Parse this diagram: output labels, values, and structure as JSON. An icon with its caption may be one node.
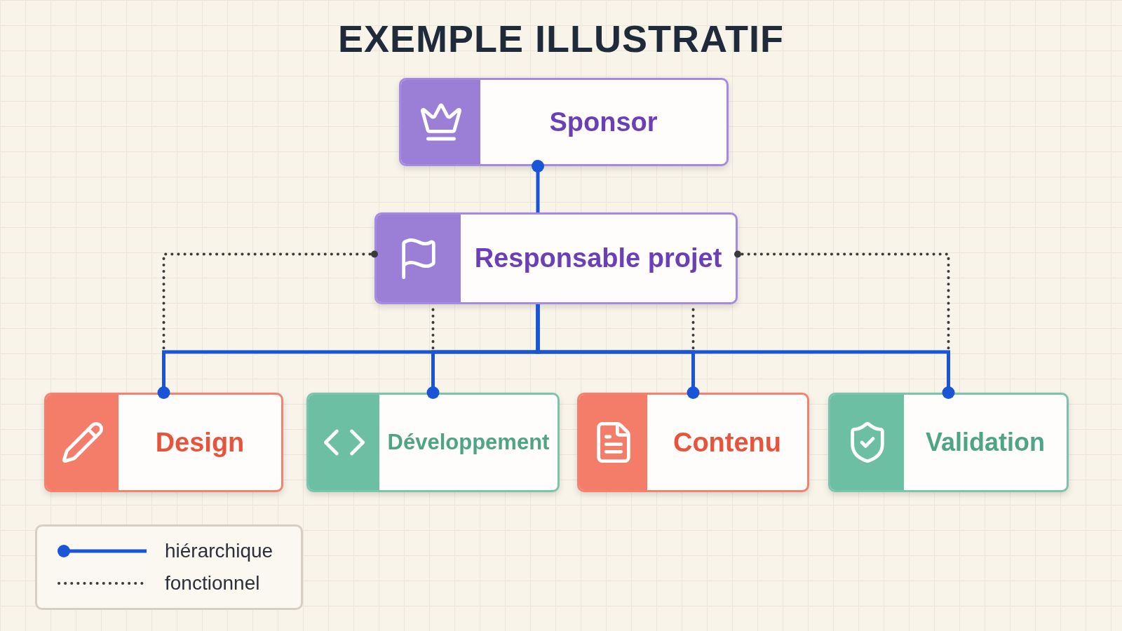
{
  "diagram": {
    "title": "EXEMPLE ILLUSTRATIF",
    "nodes": [
      {
        "text": [
          "Sponsor"
        ]
      },
      {
        "text": [
          "Responsable projet"
        ]
      },
      {
        "text": [
          "Design"
        ]
      },
      {
        "text": [
          "Développement"
        ]
      },
      {
        "text": [
          "Contenu"
        ]
      },
      {
        "text": [
          "Validation"
        ]
      }
    ],
    "edges": [
      {
        "from": 1,
        "to": 0,
        "arrow": "other"
      },
      {
        "from": 1,
        "to": 2,
        "arrow": "other"
      },
      {
        "from": 1,
        "to": 3,
        "arrow": "other"
      },
      {
        "from": 1,
        "to": 4,
        "arrow": "other"
      },
      {
        "from": 1,
        "to": 5,
        "arrow": "other"
      },
      {
        "from": 2,
        "to": 1,
        "arrow": "other",
        "style": "dashed",
        "color": "#3a3a3a"
      },
      {
        "from": 3,
        "to": 1,
        "arrow": "none",
        "style": "dashed",
        "color": "#3a3a3a"
      },
      {
        "from": 4,
        "to": 1,
        "arrow": "none",
        "style": "dashed",
        "color": "#3a3a3a"
      },
      {
        "from": 5,
        "to": 1,
        "arrow": "other",
        "style": "dashed",
        "color": "#3a3a3a"
      }
    ],
    "legend": [
      {
        "text": "hiérarchique"
      },
      {
        "text": "fonctionnel"
      }
    ]
  }
}
